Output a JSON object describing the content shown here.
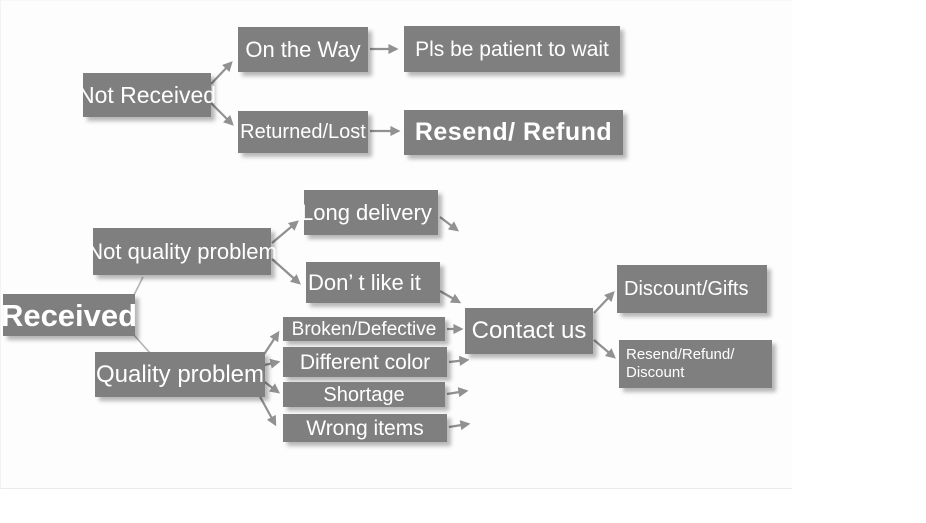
{
  "diagram": {
    "description": "Customer service flow for order received / not received issues",
    "colors": {
      "box_fill": "#7f7f7f",
      "box_text": "#ffffff",
      "arrow": "#919191",
      "plain_line": "#b3b3b3",
      "panel_background": "#fdfdfd"
    },
    "nodes": {
      "not_received": "Not Received",
      "on_the_way": "On the Way",
      "pls_wait": "Pls be patient to wait",
      "returned_lost": "Returned/Lost",
      "resend_refund": "Resend/ Refund",
      "received": "Received",
      "not_quality_problem": "Not quality problem",
      "long_delivery": "Long delivery",
      "dont_like_it": "Don’ t like it",
      "quality_problem": "Quality problem",
      "broken_defective": "Broken/Defective",
      "different_color": "Different color",
      "shortage": "Shortage",
      "wrong_items": "Wrong items",
      "contact_us": "Contact us",
      "discount_gifts": "Discount/Gifts",
      "resend_refund_discount_line1": "Resend/Refund/",
      "resend_refund_discount_line2": "Discount"
    },
    "edges": [
      {
        "from": "Not Received",
        "to": "On the Way",
        "arrow": true
      },
      {
        "from": "Not Received",
        "to": "Returned/Lost",
        "arrow": true
      },
      {
        "from": "On the Way",
        "to": "Pls be patient to wait",
        "arrow": true
      },
      {
        "from": "Returned/Lost",
        "to": "Resend/ Refund",
        "arrow": true
      },
      {
        "from": "Received",
        "to": "Not quality problem",
        "arrow": false
      },
      {
        "from": "Received",
        "to": "Quality problem",
        "arrow": false
      },
      {
        "from": "Not quality problem",
        "to": "Long delivery",
        "arrow": true
      },
      {
        "from": "Not quality problem",
        "to": "Don’ t like it",
        "arrow": true
      },
      {
        "from": "Long delivery",
        "to": "Contact us",
        "arrow": true
      },
      {
        "from": "Don’ t like it",
        "to": "Contact us",
        "arrow": true
      },
      {
        "from": "Quality problem",
        "to": "Broken/Defective",
        "arrow": true
      },
      {
        "from": "Quality problem",
        "to": "Different color",
        "arrow": true
      },
      {
        "from": "Quality problem",
        "to": "Shortage",
        "arrow": true
      },
      {
        "from": "Quality problem",
        "to": "Wrong items",
        "arrow": true
      },
      {
        "from": "Broken/Defective",
        "to": "Contact us",
        "arrow": true
      },
      {
        "from": "Different color",
        "to": "Contact us",
        "arrow": true
      },
      {
        "from": "Shortage",
        "to": "Contact us",
        "arrow": true
      },
      {
        "from": "Wrong items",
        "to": "Contact us",
        "arrow": true
      },
      {
        "from": "Contact us",
        "to": "Discount/Gifts",
        "arrow": true
      },
      {
        "from": "Contact us",
        "to": "Resend/Refund/Discount",
        "arrow": true
      }
    ]
  }
}
